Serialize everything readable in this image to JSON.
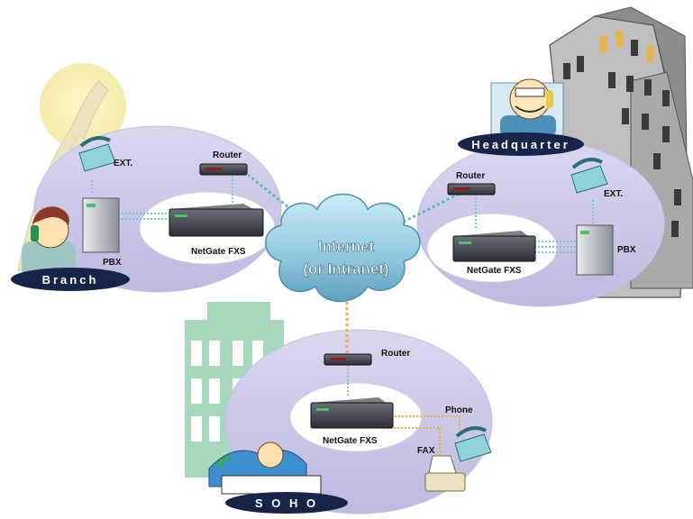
{
  "sites": {
    "branch": {
      "name": "Branch",
      "router": "Router",
      "gateway": "NetGate FXS",
      "pbx": "PBX",
      "ext": "EXT."
    },
    "headquarter": {
      "name": "Headquarter",
      "router": "Router",
      "gateway": "NetGate FXS",
      "pbx": "PBX",
      "ext": "EXT."
    },
    "soho": {
      "name": "S O H O",
      "router": "Router",
      "gateway": "NetGate FXS",
      "phone": "Phone",
      "fax": "FAX"
    }
  },
  "cloud": {
    "line1": "Internet",
    "line2": "(or Intranet)"
  },
  "colors": {
    "ellipse": "#c9c6e6",
    "pill": "#16244a",
    "cloud": "#9fd2e6",
    "link": "#5fb8c8",
    "fax_link": "#f0b040"
  }
}
